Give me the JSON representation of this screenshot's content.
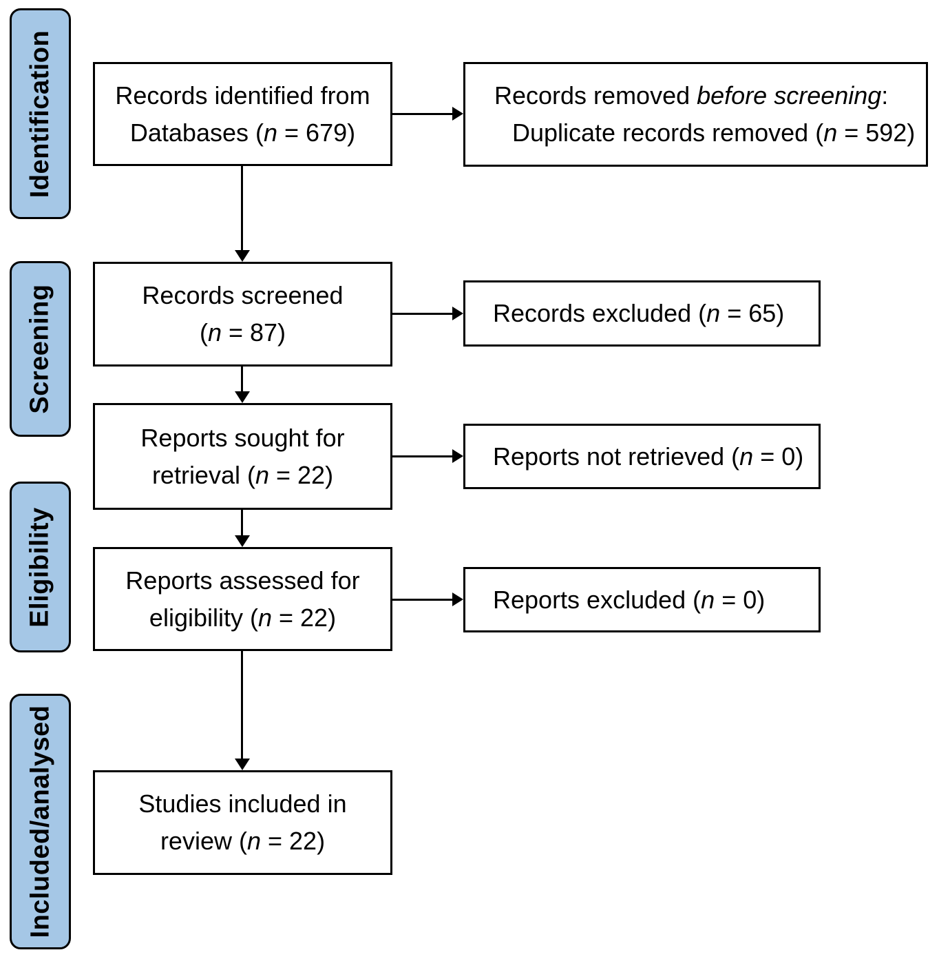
{
  "colors": {
    "sidebar_fill": "#A5C7E6",
    "border": "#000000",
    "text": "#000000"
  },
  "sidebar": {
    "items": [
      {
        "label": "Identification"
      },
      {
        "label": "Screening"
      },
      {
        "label": "Eligibility"
      },
      {
        "label": "Included/analysed"
      }
    ]
  },
  "flow": {
    "identified": {
      "line1": "Records identified from",
      "line2_pre": "Databases (",
      "n": "n",
      "line2_post": " = 679)"
    },
    "screened": {
      "line1": "Records screened",
      "line2_pre": "(",
      "n": "n",
      "line2_post": " = 87)"
    },
    "sought": {
      "line1": "Reports sought for",
      "line2_pre": "retrieval (",
      "n": "n",
      "line2_post": " = 22)"
    },
    "assessed": {
      "line1": "Reports assessed for",
      "line2_pre": "eligibility (",
      "n": "n",
      "line2_post": " = 22)"
    },
    "included": {
      "line1": "Studies included in",
      "line2_pre": "review (",
      "n": "n",
      "line2_post": " = 22)"
    }
  },
  "exclusions": {
    "removed": {
      "line1_pre": "Records removed ",
      "line1_italic": "before screening",
      "line1_post": ":",
      "line2_pre": "Duplicate records removed (",
      "n": "n",
      "line2_post": " = 592)"
    },
    "records_excluded": {
      "pre": "Records excluded (",
      "n": "n",
      "post": " = 65)"
    },
    "not_retrieved": {
      "pre": "Reports not retrieved (",
      "n": "n",
      "post": " = 0)"
    },
    "reports_excluded": {
      "pre": "Reports excluded (",
      "n": "n",
      "post": " = 0)"
    }
  }
}
